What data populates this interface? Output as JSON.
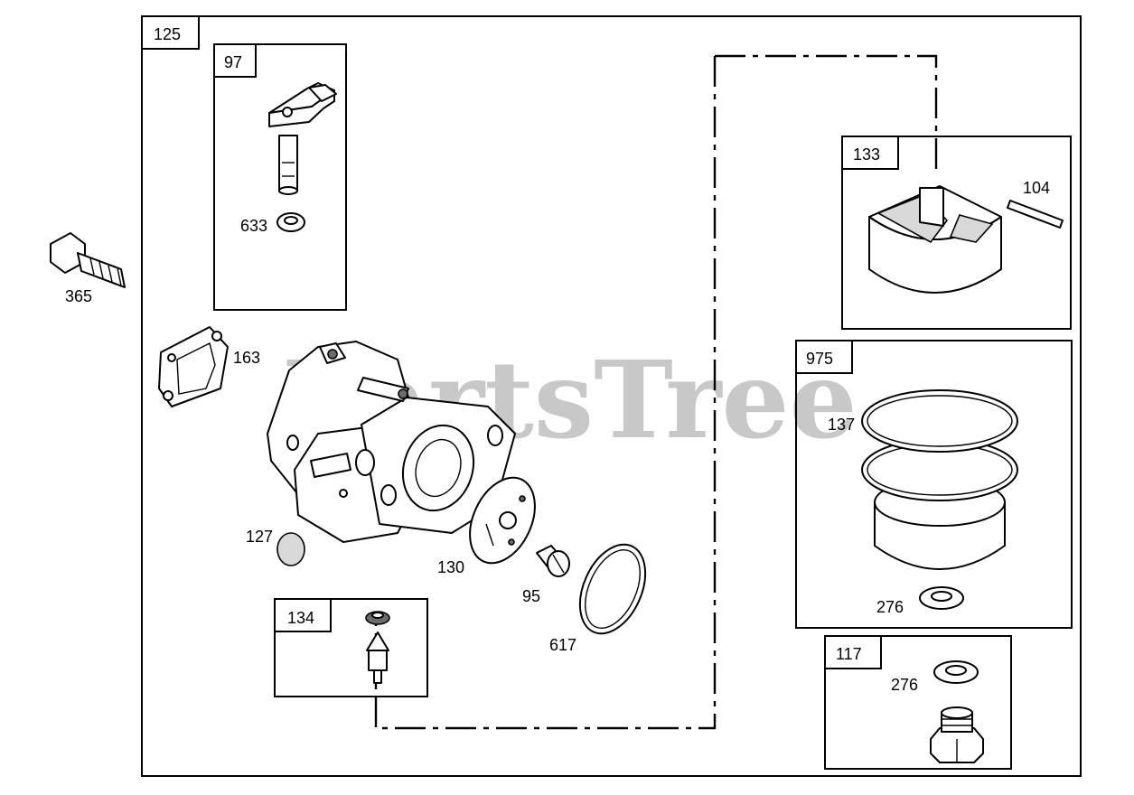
{
  "watermark": "PartsTree",
  "labels": {
    "main_assembly": "125",
    "choke_shaft_box": "97",
    "seal_633": "633",
    "bolt_365": "365",
    "gasket_163": "163",
    "welch_plug_127": "127",
    "needle_box": "134",
    "diaphragm_130": "130",
    "screw_95": "95",
    "oring_617": "617",
    "float_box": "133",
    "pin_104": "104",
    "bowl_box": "975",
    "oring_137": "137",
    "washer_276_bowl": "276",
    "nut_box": "117",
    "washer_276_nut": "276"
  }
}
